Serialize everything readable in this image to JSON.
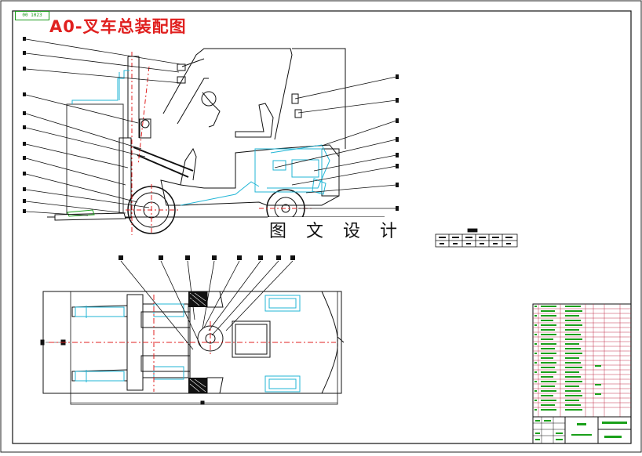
{
  "drawing": {
    "title": "A0-叉车总装配图",
    "code_tag": "00 1023",
    "watermark": "图 文 设 计"
  }
}
